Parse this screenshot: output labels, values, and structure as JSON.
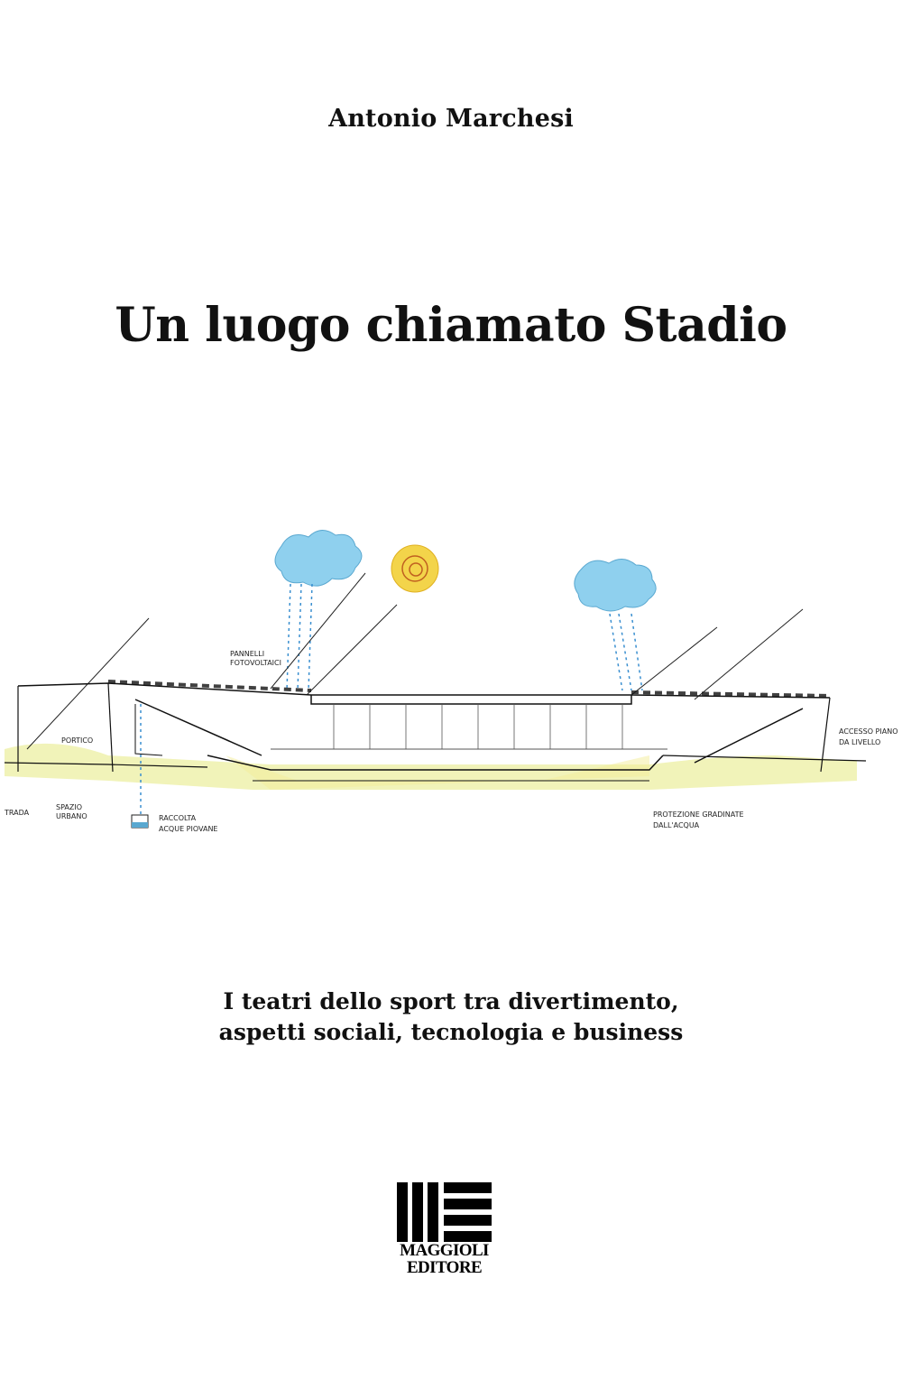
{
  "author": "Antonio Marchesi",
  "title": "Un luogo chiamato Stadio",
  "subtitle_lines": [
    "I teatri dello sport tra divertimento,",
    "aspetti sociali, tecnologia e business"
  ],
  "publisher": {
    "line1": "MAGGIOLI",
    "line2": "EDITORE"
  },
  "sketch_notes": {
    "pannelli": "PANNELLI",
    "fotovoltaici": "FOTOVOLTAICI",
    "portico": "PORTICO",
    "strada": "TRADA",
    "spazio": "SPAZIO",
    "urbano": "URBANO",
    "raccolta": "RACCOLTA",
    "acque": "ACQUE PIOVANE",
    "accesso": "ACCESSO PIANO",
    "dal": "DA LIVELLO",
    "protezione": "PROTEZIONE GRADINATE",
    "dallacqua": "DALL'ACQUA"
  },
  "colors": {
    "text": "#111111",
    "cloud": "#8fd0ee",
    "sun": "#f3d44a",
    "ground": "#eef0a8",
    "rain": "#3a8fd0"
  }
}
